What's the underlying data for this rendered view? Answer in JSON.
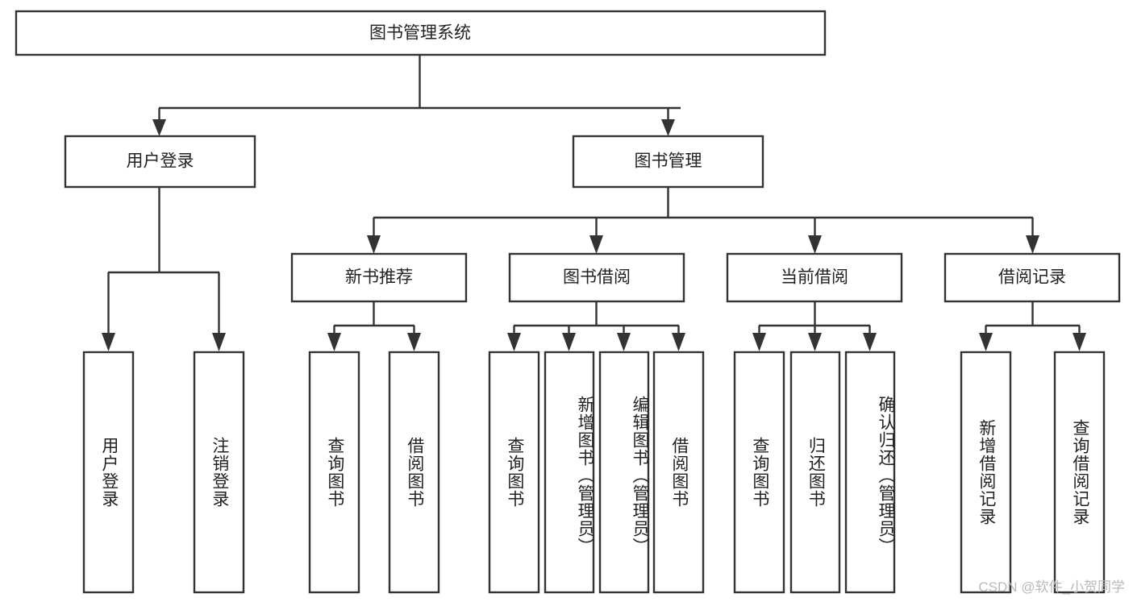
{
  "diagram": {
    "title": "图书管理系统",
    "type": "hierarchy-tree",
    "watermark": "CSDN @软件_小贺同学",
    "colors": {
      "box_fill": "#ffffff",
      "box_stroke": "#333333",
      "text": "#222222",
      "background": "#ffffff",
      "watermark": "#b9b9b9"
    },
    "levels": {
      "level1": [
        {
          "id": "root",
          "label": "图书管理系统",
          "orientation": "horizontal"
        }
      ],
      "level2": [
        {
          "id": "user-login",
          "label": "用户登录",
          "orientation": "horizontal"
        },
        {
          "id": "book-manage",
          "label": "图书管理",
          "orientation": "horizontal"
        }
      ],
      "level3": [
        {
          "id": "new-book-recommend",
          "label": "新书推荐",
          "orientation": "horizontal"
        },
        {
          "id": "book-borrow",
          "label": "图书借阅",
          "orientation": "horizontal"
        },
        {
          "id": "current-borrow",
          "label": "当前借阅",
          "orientation": "horizontal"
        },
        {
          "id": "borrow-record",
          "label": "借阅记录",
          "orientation": "horizontal"
        }
      ],
      "level4": [
        {
          "id": "leaf-user-login",
          "label": "用户登录",
          "parent": "user-login",
          "orientation": "vertical"
        },
        {
          "id": "leaf-user-logout",
          "label": "注销登录",
          "parent": "user-login",
          "orientation": "vertical"
        },
        {
          "id": "leaf-query-book-1",
          "label": "查询图书",
          "parent": "new-book-recommend",
          "orientation": "vertical"
        },
        {
          "id": "leaf-borrow-book-1",
          "label": "借阅图书",
          "parent": "new-book-recommend",
          "orientation": "vertical"
        },
        {
          "id": "leaf-query-book-2",
          "label": "查询图书",
          "parent": "book-borrow",
          "orientation": "vertical"
        },
        {
          "id": "leaf-add-book",
          "label": "新增图书（管理员）",
          "parent": "book-borrow",
          "orientation": "vertical"
        },
        {
          "id": "leaf-edit-book",
          "label": "编辑图书（管理员）",
          "parent": "book-borrow",
          "orientation": "vertical"
        },
        {
          "id": "leaf-borrow-book-2",
          "label": "借阅图书",
          "parent": "book-borrow",
          "orientation": "vertical"
        },
        {
          "id": "leaf-query-book-3",
          "label": "查询图书",
          "parent": "current-borrow",
          "orientation": "vertical"
        },
        {
          "id": "leaf-return-book",
          "label": "归还图书",
          "parent": "current-borrow",
          "orientation": "vertical"
        },
        {
          "id": "leaf-confirm-return",
          "label": "确认归还（管理员）",
          "parent": "current-borrow",
          "orientation": "vertical"
        },
        {
          "id": "leaf-add-record",
          "label": "新增借阅记录",
          "parent": "borrow-record",
          "orientation": "vertical"
        },
        {
          "id": "leaf-query-record",
          "label": "查询借阅记录",
          "parent": "borrow-record",
          "orientation": "vertical"
        }
      ]
    }
  }
}
